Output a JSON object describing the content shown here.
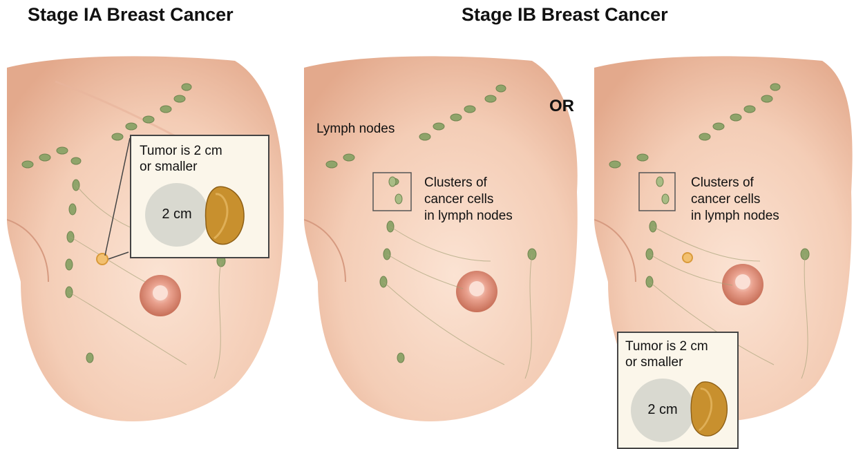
{
  "titles": {
    "left": "Stage IA Breast Cancer",
    "right": "Stage IB Breast Cancer"
  },
  "or_label": "OR",
  "panel1": {
    "tumor_label": "Tumor is 2 cm or smaller",
    "tumor_label_line1": "Tumor is 2 cm",
    "tumor_label_line2": "or smaller",
    "size_label": "2 cm"
  },
  "panel2": {
    "lymph_label": "Lymph nodes",
    "cluster_line1": "Clusters of",
    "cluster_line2": "cancer cells",
    "cluster_line3": "in lymph nodes"
  },
  "panel3": {
    "cluster_line1": "Clusters of",
    "cluster_line2": "cancer cells",
    "cluster_line3": "in lymph nodes",
    "tumor_label_line1": "Tumor is 2 cm",
    "tumor_label_line2": "or smaller",
    "size_label": "2 cm"
  },
  "colors": {
    "skin": "#f4cdb6",
    "skin_shadow": "#e3a98c",
    "lymph_node": "#8fa46a",
    "tumor": "#c8902e",
    "disc": "#d9d9d0",
    "callout_bg": "#fbf6ea"
  }
}
